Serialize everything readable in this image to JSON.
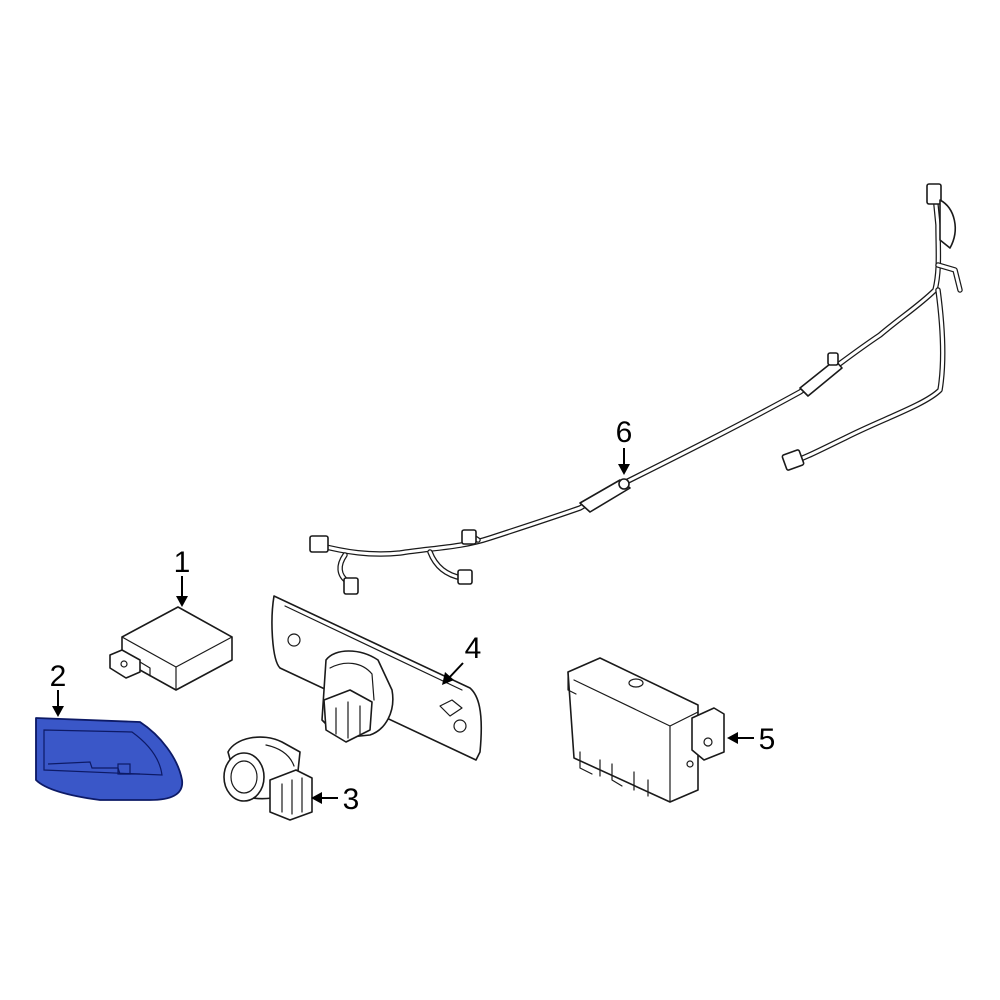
{
  "colors": {
    "highlight_fill": "#3a57c8",
    "highlight_stroke": "#0d1a66",
    "line": "#1a1a1a",
    "background": "#ffffff"
  },
  "callouts": [
    {
      "id": "1",
      "label": "1"
    },
    {
      "id": "2",
      "label": "2"
    },
    {
      "id": "3",
      "label": "3"
    },
    {
      "id": "4",
      "label": "4"
    },
    {
      "id": "5",
      "label": "5"
    },
    {
      "id": "6",
      "label": "6"
    }
  ]
}
